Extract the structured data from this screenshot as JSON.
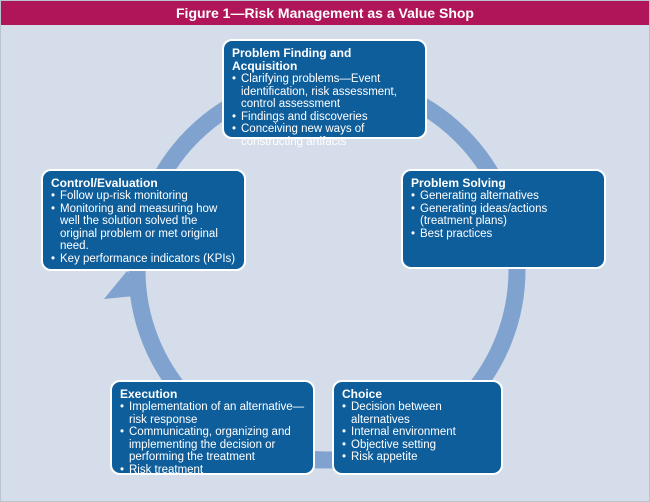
{
  "figure": {
    "title": "Figure 1—Risk Management as a Value Shop"
  },
  "colors": {
    "title_bar": "#b0155a",
    "background": "#d4dde9",
    "box_fill": "#0f5e9c",
    "cycle_arrow": "#7fa2cf"
  },
  "stages": {
    "problem_finding": {
      "heading": "Problem Finding and Acquisition",
      "items": [
        "Clarifying problems—Event identification, risk assessment, control assessment",
        "Findings and discoveries",
        "Conceiving new ways of constructing artifacts"
      ]
    },
    "problem_solving": {
      "heading": "Problem Solving",
      "items": [
        "Generating alternatives",
        "Generating ideas/actions (treatment plans)",
        "Best practices"
      ]
    },
    "choice": {
      "heading": "Choice",
      "items": [
        "Decision between alternatives",
        "Internal environment",
        "Objective setting",
        "Risk appetite"
      ]
    },
    "execution": {
      "heading": "Execution",
      "items": [
        "Implementation of an alternative—risk response",
        "Communicating, organizing and implementing the decision or performing the treatment",
        "Risk treatment"
      ]
    },
    "control_evaluation": {
      "heading": "Control/Evaluation",
      "items": [
        "Follow up-risk monitoring",
        "Monitoring and measuring how well the solution solved the original problem or met original need.",
        "Key performance indicators (KPIs)"
      ]
    }
  }
}
